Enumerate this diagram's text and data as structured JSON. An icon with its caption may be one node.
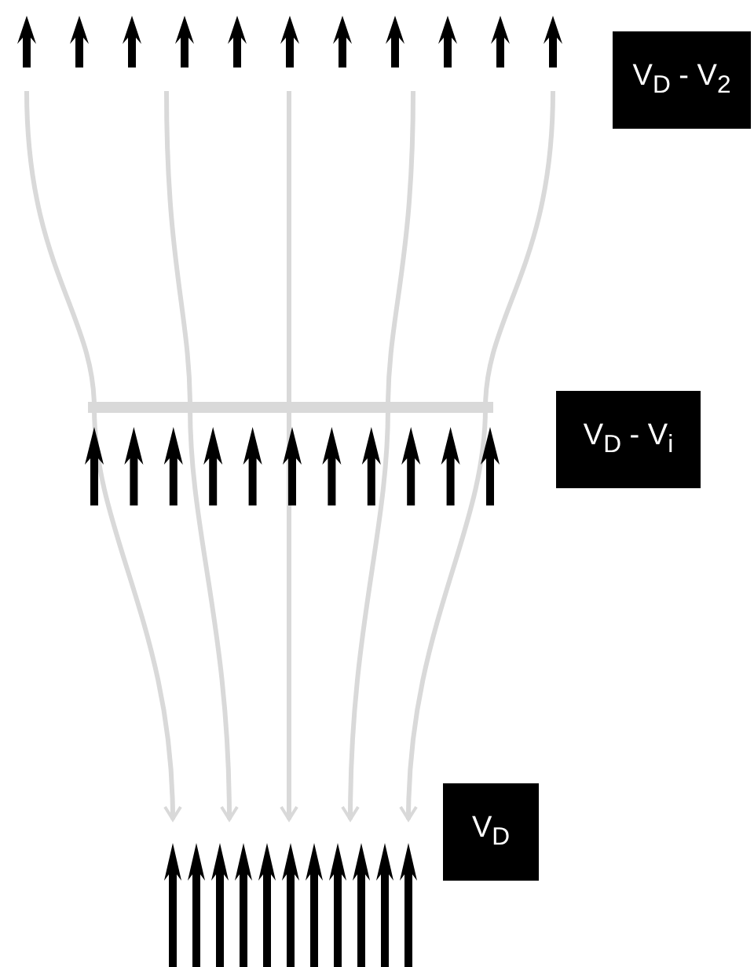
{
  "diagram": {
    "nodes": [
      {
        "text": [
          "V$_{D}$ - V$_{2}$"
        ]
      },
      {
        "text": [
          "V$_{D}$ - V$_{i}$"
        ]
      },
      {
        "text": [
          "V$_{D}$"
        ]
      }
    ]
  }
}
